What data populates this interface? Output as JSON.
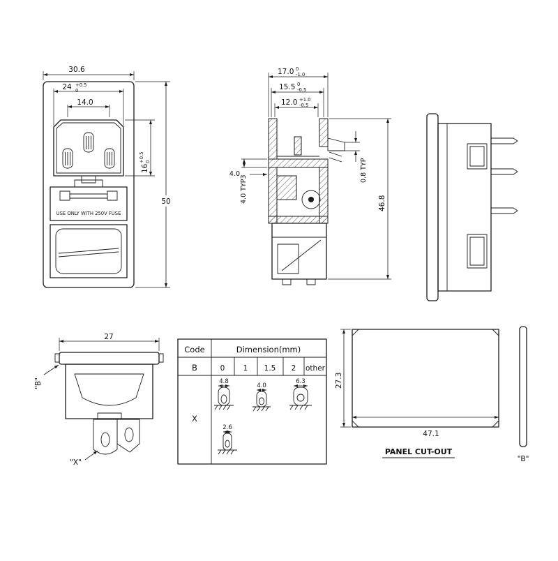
{
  "front_view": {
    "dim_total_width": "30.6",
    "dim_face_width": "24",
    "dim_face_width_tol_top": "+0.5",
    "dim_face_width_tol_bot": "0",
    "dim_pin_span": "14.0",
    "dim_face_height": "16",
    "dim_face_height_tol_top": "+0.5",
    "dim_face_height_tol_bot": "0",
    "dim_total_height": "50",
    "fuse_warning": "USE ONLY WITH 250V FUSE"
  },
  "section_view": {
    "dim_a": "17.0",
    "dim_a_tol_top": "0",
    "dim_a_tol_bot": "-1.0",
    "dim_b": "15.5",
    "dim_b_tol_top": "0",
    "dim_b_tol_bot": "-0.5",
    "dim_c": "12.0",
    "dim_c_tol_top": "+1.0",
    "dim_c_tol_bot": "-0.5",
    "dim_wall_typ": "4.0 TYP3",
    "dim_wall": "4.0",
    "dim_panel_typ": "0.8 TYP",
    "dim_depth": "46.8"
  },
  "top_view": {
    "dim_width": "27",
    "label_section_b": "\"B\"",
    "label_section_x": "\"X\""
  },
  "dim_table": {
    "header_code": "Code",
    "header_dimension": "Dimension(mm)",
    "code_row_label": "B",
    "code_row_values": [
      "0",
      "1",
      "1.5",
      "2",
      "other"
    ],
    "detail_row_label": "X",
    "pin_dim_1": "4.8",
    "pin_dim_2": "4.0",
    "pin_dim_3": "6.3",
    "pin_dim_4": "2.6"
  },
  "panel_cutout": {
    "dim_height": "27.3",
    "dim_width": "47.1",
    "caption": "PANEL CUT-OUT",
    "label_b": "\"B\""
  }
}
